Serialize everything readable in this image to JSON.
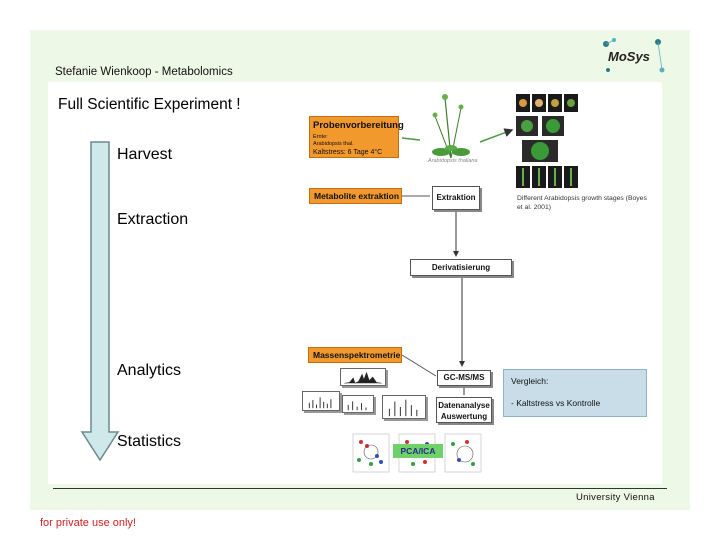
{
  "header": {
    "title": "Stefanie Wienkoop - Metabolomics",
    "logo_text": "MoSys"
  },
  "slide": {
    "title": "Full Scientific Experiment !"
  },
  "steps": [
    "Harvest",
    "Extraction",
    "Analytics",
    "Statistics"
  ],
  "diagram": {
    "probe_box": {
      "title": "Probenvorbereitung",
      "lines": [
        "Ernte:",
        "Arabidopsis thal.",
        "Kaltstress: 6 Tage 4°C"
      ]
    },
    "metabolite_extraction": "Metabolite extraktion",
    "extraktion": "Extraktion",
    "derivatisierung": "Derivatisierung",
    "massenspektrometrie": "Massenspektrometrie",
    "gcms": "GC-MS/MS",
    "datenanalyse": [
      "Datenanalyse",
      "Auswertung"
    ],
    "vergleich": [
      "Vergleich:",
      "- Kaltstress vs Kontrolle"
    ],
    "stages_caption": "Different Arabidopsis growth stages (Boyes et al. 2001)",
    "thaliana_caption": "Arabidopsis thaliana",
    "pca_label": "PCA/ICA"
  },
  "footer": {
    "institution": "University Vienna",
    "notice": "for private use only!"
  },
  "colors": {
    "slide_bg": "#eef8e6",
    "orange": "#f2992e",
    "arrow_fill": "#cfe8ea",
    "notice": "#cc2222",
    "compare_bg": "#c8dde8"
  }
}
